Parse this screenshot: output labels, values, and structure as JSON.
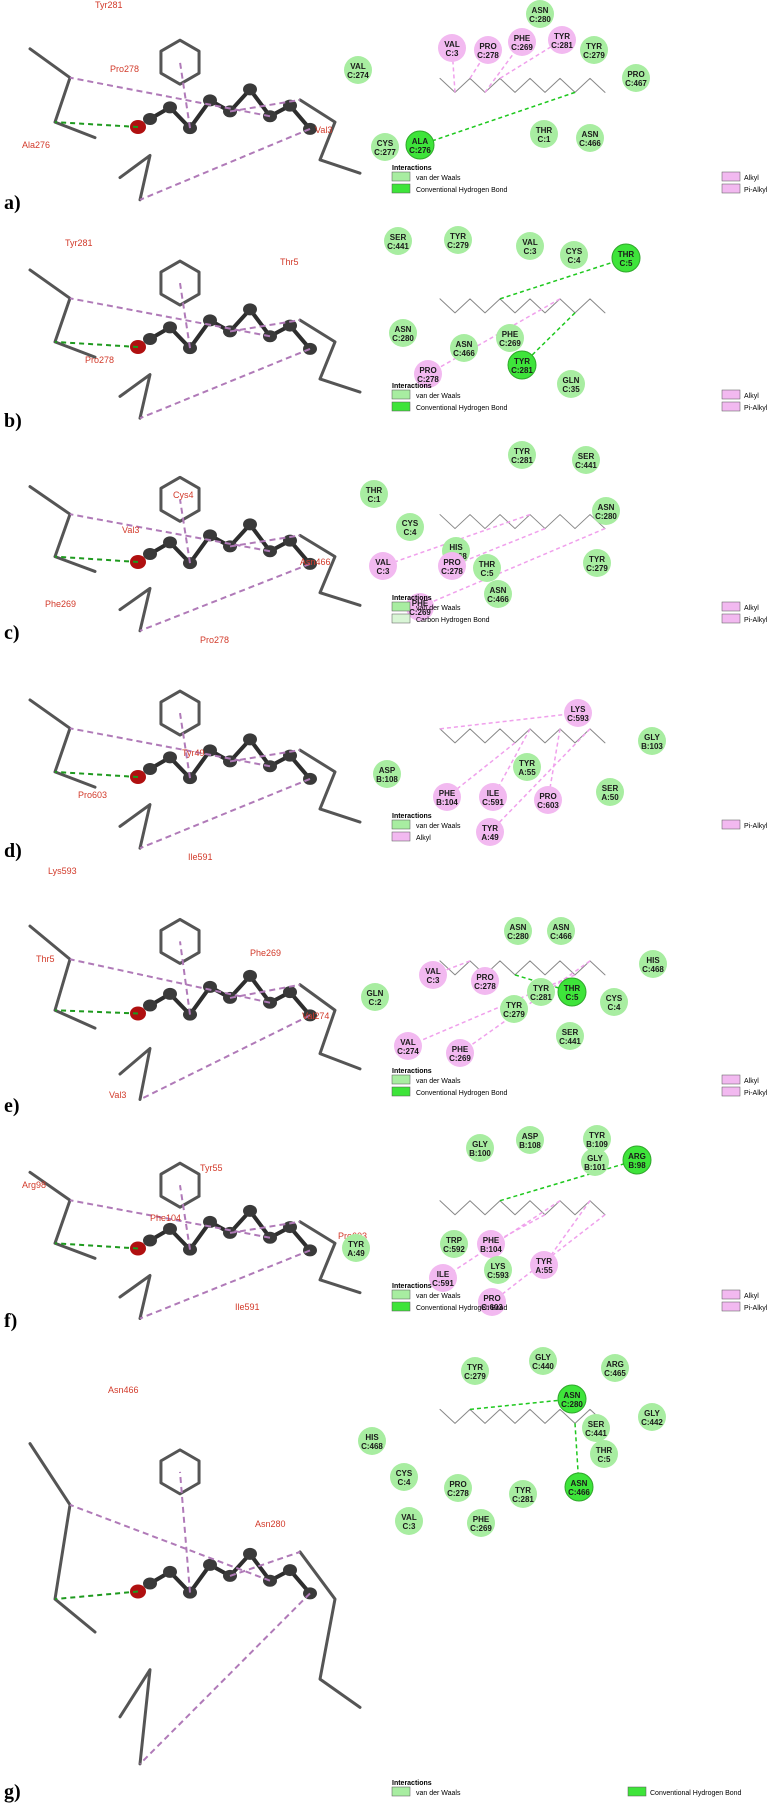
{
  "colors": {
    "vdw": "#a8eda1",
    "hbond": "#3ee43a",
    "chbond": "#d9f5d6",
    "alkyl": "#f2b9f0",
    "pialkyl": "#f2b9f0",
    "stick": "#555555",
    "atom": "#3a3a3a",
    "oxygen": "#b01010",
    "label": "#d23a2a"
  },
  "panels": [
    {
      "label": "a)",
      "ligand_labels": [
        "Tyr281",
        "Pro278",
        "Ala276",
        "Val3"
      ],
      "residues": [
        {
          "name": "ASN",
          "id": "C:280",
          "type": "vdw"
        },
        {
          "name": "VAL",
          "id": "C:3",
          "type": "alkyl"
        },
        {
          "name": "PRO",
          "id": "C:278",
          "type": "alkyl"
        },
        {
          "name": "PHE",
          "id": "C:269",
          "type": "alkyl"
        },
        {
          "name": "TYR",
          "id": "C:281",
          "type": "alkyl"
        },
        {
          "name": "TYR",
          "id": "C:279",
          "type": "vdw"
        },
        {
          "name": "VAL",
          "id": "C:274",
          "type": "vdw"
        },
        {
          "name": "PRO",
          "id": "C:467",
          "type": "vdw"
        },
        {
          "name": "CYS",
          "id": "C:277",
          "type": "vdw"
        },
        {
          "name": "ALA",
          "id": "C:276",
          "type": "hbond"
        },
        {
          "name": "THR",
          "id": "C:1",
          "type": "vdw"
        },
        {
          "name": "ASN",
          "id": "C:466",
          "type": "vdw"
        }
      ],
      "legend_title": "Interactions",
      "legend_left": [
        "van der Waals",
        "Conventional Hydrogen Bond"
      ],
      "legend_right": [
        "Alkyl",
        "Pi-Alkyl"
      ]
    },
    {
      "label": "b)",
      "ligand_labels": [
        "Tyr281",
        "Thr5",
        "Pro278"
      ],
      "residues": [
        {
          "name": "SER",
          "id": "C:441",
          "type": "vdw"
        },
        {
          "name": "TYR",
          "id": "C:279",
          "type": "vdw"
        },
        {
          "name": "VAL",
          "id": "C:3",
          "type": "vdw"
        },
        {
          "name": "CYS",
          "id": "C:4",
          "type": "vdw"
        },
        {
          "name": "THR",
          "id": "C:5",
          "type": "hbond"
        },
        {
          "name": "ASN",
          "id": "C:280",
          "type": "vdw"
        },
        {
          "name": "ASN",
          "id": "C:466",
          "type": "vdw"
        },
        {
          "name": "PHE",
          "id": "C:269",
          "type": "vdw"
        },
        {
          "name": "PRO",
          "id": "C:278",
          "type": "alkyl"
        },
        {
          "name": "TYR",
          "id": "C:281",
          "type": "hbond"
        },
        {
          "name": "GLN",
          "id": "C:35",
          "type": "vdw"
        }
      ],
      "legend_title": "Interactions",
      "legend_left": [
        "van der Waals",
        "Conventional Hydrogen Bond"
      ],
      "legend_right": [
        "Alkyl",
        "Pi-Alkyl"
      ]
    },
    {
      "label": "c)",
      "ligand_labels": [
        "Cys4",
        "Val3",
        "Asn466",
        "Phe269",
        "Pro278"
      ],
      "residues": [
        {
          "name": "TYR",
          "id": "C:281",
          "type": "vdw"
        },
        {
          "name": "SER",
          "id": "C:441",
          "type": "vdw"
        },
        {
          "name": "THR",
          "id": "C:1",
          "type": "vdw"
        },
        {
          "name": "ASN",
          "id": "C:280",
          "type": "vdw"
        },
        {
          "name": "CYS",
          "id": "C:4",
          "type": "vdw"
        },
        {
          "name": "HIS",
          "id": "C:468",
          "type": "vdw"
        },
        {
          "name": "VAL",
          "id": "C:3",
          "type": "alkyl"
        },
        {
          "name": "PRO",
          "id": "C:278",
          "type": "alkyl"
        },
        {
          "name": "THR",
          "id": "C:5",
          "type": "vdw"
        },
        {
          "name": "TYR",
          "id": "C:279",
          "type": "vdw"
        },
        {
          "name": "ASN",
          "id": "C:466",
          "type": "vdw"
        },
        {
          "name": "PHE",
          "id": "C:269",
          "type": "alkyl"
        }
      ],
      "legend_title": "Interactions",
      "legend_left": [
        "van der Waals",
        "Carbon Hydrogen Bond"
      ],
      "legend_right": [
        "Alkyl",
        "Pi-Alkyl"
      ]
    },
    {
      "label": "d)",
      "ligand_labels": [
        "Tyr49",
        "Pro603",
        "Lys593",
        "Ile591"
      ],
      "residues": [
        {
          "name": "LYS",
          "id": "C:593",
          "type": "alkyl"
        },
        {
          "name": "TYR",
          "id": "A:55",
          "type": "vdw"
        },
        {
          "name": "GLY",
          "id": "B:103",
          "type": "vdw"
        },
        {
          "name": "ASP",
          "id": "B:108",
          "type": "vdw"
        },
        {
          "name": "PHE",
          "id": "B:104",
          "type": "alkyl"
        },
        {
          "name": "ILE",
          "id": "C:591",
          "type": "alkyl"
        },
        {
          "name": "PRO",
          "id": "C:603",
          "type": "alkyl"
        },
        {
          "name": "SER",
          "id": "A:50",
          "type": "vdw"
        },
        {
          "name": "TYR",
          "id": "A:49",
          "type": "alkyl"
        }
      ],
      "legend_title": "Interactions",
      "legend_left": [
        "van der Waals",
        "Alkyl"
      ],
      "legend_right": [
        "Pi-Alkyl"
      ]
    },
    {
      "label": "e)",
      "ligand_labels": [
        "Thr5",
        "Phe269",
        "Val274",
        "Val3"
      ],
      "residues": [
        {
          "name": "ASN",
          "id": "C:280",
          "type": "vdw"
        },
        {
          "name": "ASN",
          "id": "C:466",
          "type": "vdw"
        },
        {
          "name": "HIS",
          "id": "C:468",
          "type": "vdw"
        },
        {
          "name": "VAL",
          "id": "C:3",
          "type": "alkyl"
        },
        {
          "name": "PRO",
          "id": "C:278",
          "type": "alkyl"
        },
        {
          "name": "TYR",
          "id": "C:281",
          "type": "vdw"
        },
        {
          "name": "THR",
          "id": "C:5",
          "type": "hbond"
        },
        {
          "name": "GLN",
          "id": "C:2",
          "type": "vdw"
        },
        {
          "name": "TYR",
          "id": "C:279",
          "type": "vdw"
        },
        {
          "name": "CYS",
          "id": "C:4",
          "type": "vdw"
        },
        {
          "name": "VAL",
          "id": "C:274",
          "type": "alkyl"
        },
        {
          "name": "PHE",
          "id": "C:269",
          "type": "alkyl"
        },
        {
          "name": "SER",
          "id": "C:441",
          "type": "vdw"
        }
      ],
      "legend_title": "Interactions",
      "legend_left": [
        "van der Waals",
        "Conventional Hydrogen Bond"
      ],
      "legend_right": [
        "Alkyl",
        "Pi-Alkyl"
      ]
    },
    {
      "label": "f)",
      "ligand_labels": [
        "Tyr55",
        "Pro603",
        "Arg98",
        "Phe104",
        "Ile591"
      ],
      "residues": [
        {
          "name": "GLY",
          "id": "B:100",
          "type": "vdw"
        },
        {
          "name": "ASP",
          "id": "B:108",
          "type": "vdw"
        },
        {
          "name": "TYR",
          "id": "B:109",
          "type": "vdw"
        },
        {
          "name": "GLY",
          "id": "B:101",
          "type": "vdw"
        },
        {
          "name": "ARG",
          "id": "B:98",
          "type": "hbond"
        },
        {
          "name": "TYR",
          "id": "A:49",
          "type": "vdw"
        },
        {
          "name": "TRP",
          "id": "C:592",
          "type": "vdw"
        },
        {
          "name": "PHE",
          "id": "B:104",
          "type": "alkyl"
        },
        {
          "name": "ILE",
          "id": "C:591",
          "type": "alkyl"
        },
        {
          "name": "LYS",
          "id": "C:593",
          "type": "vdw"
        },
        {
          "name": "TYR",
          "id": "A:55",
          "type": "alkyl"
        },
        {
          "name": "PRO",
          "id": "C:603",
          "type": "alkyl"
        }
      ],
      "legend_title": "Interactions",
      "legend_left": [
        "van der Waals",
        "Conventional Hydrogen Bond"
      ],
      "legend_right": [
        "Alkyl",
        "Pi-Alkyl"
      ]
    },
    {
      "label": "g)",
      "ligand_labels": [
        "Asn466",
        "Asn280"
      ],
      "residues": [
        {
          "name": "TYR",
          "id": "C:279",
          "type": "vdw"
        },
        {
          "name": "GLY",
          "id": "C:440",
          "type": "vdw"
        },
        {
          "name": "ARG",
          "id": "C:465",
          "type": "vdw"
        },
        {
          "name": "ASN",
          "id": "C:280",
          "type": "hbond"
        },
        {
          "name": "GLY",
          "id": "C:442",
          "type": "vdw"
        },
        {
          "name": "SER",
          "id": "C:441",
          "type": "vdw"
        },
        {
          "name": "HIS",
          "id": "C:468",
          "type": "vdw"
        },
        {
          "name": "THR",
          "id": "C:5",
          "type": "vdw"
        },
        {
          "name": "CYS",
          "id": "C:4",
          "type": "vdw"
        },
        {
          "name": "PRO",
          "id": "C:278",
          "type": "vdw"
        },
        {
          "name": "TYR",
          "id": "C:281",
          "type": "vdw"
        },
        {
          "name": "ASN",
          "id": "C:466",
          "type": "hbond"
        },
        {
          "name": "VAL",
          "id": "C:3",
          "type": "vdw"
        },
        {
          "name": "PHE",
          "id": "C:269",
          "type": "vdw"
        }
      ],
      "legend_title": "Interactions",
      "legend_left": [
        "van der Waals"
      ],
      "legend_right": [
        "Conventional Hydrogen Bond"
      ]
    }
  ]
}
